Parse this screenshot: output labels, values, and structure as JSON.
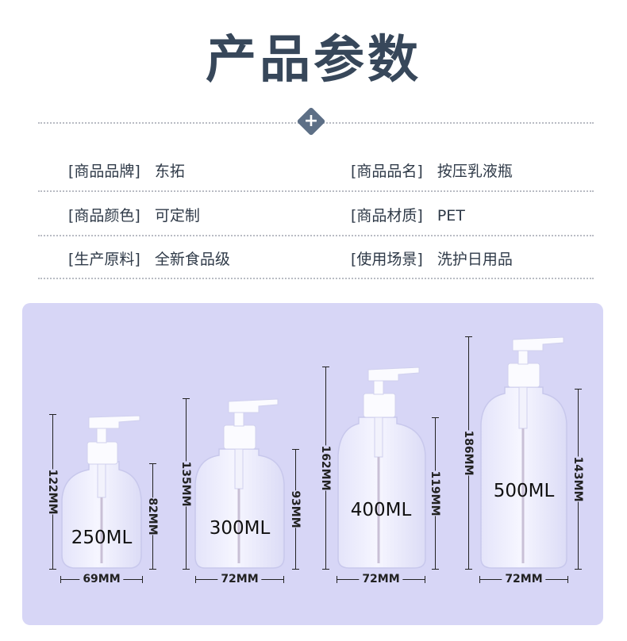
{
  "title": "产品参数",
  "specs": [
    {
      "key": "[商品品牌]",
      "value": "东拓"
    },
    {
      "key": "[商品品名]",
      "value": "按压乳液瓶"
    },
    {
      "key": "[商品颜色]",
      "value": "可定制"
    },
    {
      "key": "[商品材质]",
      "value": "PET"
    },
    {
      "key": "[生产原料]",
      "value": "全新食品级"
    },
    {
      "key": "[使用场景]",
      "value": "洗护日用品"
    }
  ],
  "bottles": [
    {
      "capacity": "250ML",
      "total_height": "122MM",
      "body_height": "82MM",
      "width": "69MM"
    },
    {
      "capacity": "300ML",
      "total_height": "135MM",
      "body_height": "93MM",
      "width": "72MM"
    },
    {
      "capacity": "400ML",
      "total_height": "162MM",
      "body_height": "119MM",
      "width": "72MM"
    },
    {
      "capacity": "500ML",
      "total_height": "186MM",
      "body_height": "143MM",
      "width": "72MM"
    }
  ],
  "colors": {
    "title": "#37475a",
    "panel": "#d7d6f6",
    "diamond": "#5d6f86"
  },
  "icons": {
    "divider": "plus-diamond-icon"
  }
}
